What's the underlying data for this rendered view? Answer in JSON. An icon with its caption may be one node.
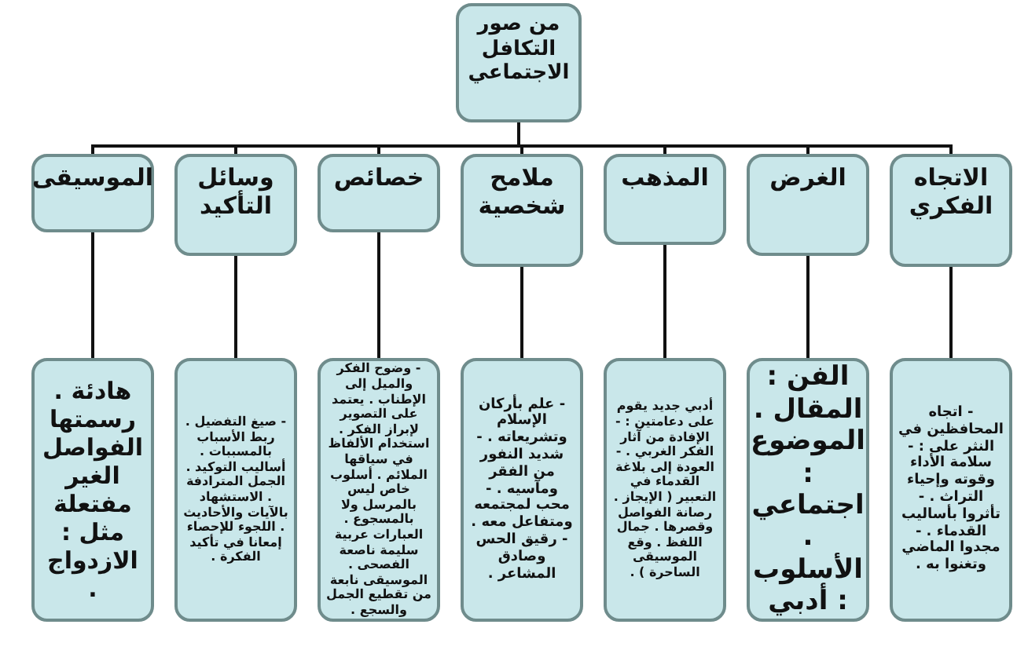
{
  "diagram": {
    "nodes": [
      {
        "text": [
          "من صور التكافل الاجتماعي"
        ]
      },
      {
        "text": [
          "الاتجاه الفكري"
        ]
      },
      {
        "text": [
          "الغرض"
        ]
      },
      {
        "text": [
          "المذهب"
        ]
      },
      {
        "text": [
          "ملامح شخصية"
        ]
      },
      {
        "text": [
          "خصائص"
        ]
      },
      {
        "text": [
          "وسائل التأكيد"
        ]
      },
      {
        "text": [
          "الموسيقى"
        ]
      },
      {
        "text": [
          "- اتجاه المحافظين في النثر على : - سلامة الأداء وقوته وإحياء التراث . - تأثروا بأساليب القدماء . - مجدوا الماضي وتغنوا به ."
        ]
      },
      {
        "text": [
          "الفن : المقال . الموضوع : اجتماعي . الأسلوب : أدبي"
        ]
      },
      {
        "text": [
          "أدبي جديد يقوم على دعامتين : - الإفادة من آثار الفكر الغربي . - العودة إلى بلاغة القدماء في التعبير ( الإيجاز . رصانة الفواصل وقصرها . جمال اللفظ . وقع الموسيقى الساحرة ) ."
        ]
      },
      {
        "text": [
          "- علم بأركان الإسلام وتشريعاته . - شديد النفور من الفقر ومآسيه . - محب لمجتمعه ومتفاعل معه . - رقيق الحس وصادق المشاعر ."
        ]
      },
      {
        "text": [
          "- وضوح الفكر والميل إلى الإطناب . يعتمد على التصوير لإبراز الفكر . استخدام الألفاظ في سياقها الملائم . أسلوب خاص ليس بالمرسل ولا بالمسجوع . العبارات عربية سليمة ناصعة الفصحى . الموسيقى نابعة من تقطيع الجمل والسجع ."
        ]
      },
      {
        "text": [
          "- صيغ التفضيل . ربط الأسباب بالمسببات . أساليب التوكيد . الجمل المترادفة . الاستشهاد بالآيات والأحاديث . اللجوء للإحصاء إمعانا في تأكيد الفكرة ."
        ]
      },
      {
        "text": [
          "هادئة . رسمتها الفواصل الغير مفتعلة مثل : الازدواج ."
        ]
      }
    ],
    "edges": [
      {
        "from": 0,
        "to": 1,
        "arrow": "none"
      },
      {
        "from": 0,
        "to": 2,
        "arrow": "none"
      },
      {
        "from": 0,
        "to": 3,
        "arrow": "none"
      },
      {
        "from": 0,
        "to": 4,
        "arrow": "none"
      },
      {
        "from": 0,
        "to": 5,
        "arrow": "none"
      },
      {
        "from": 0,
        "to": 6,
        "arrow": "none"
      },
      {
        "from": 0,
        "to": 7,
        "arrow": "none"
      },
      {
        "from": 1,
        "to": 8,
        "arrow": "none"
      },
      {
        "from": 2,
        "to": 9,
        "arrow": "none"
      },
      {
        "from": 3,
        "to": 10,
        "arrow": "none"
      },
      {
        "from": 4,
        "to": 11,
        "arrow": "none"
      },
      {
        "from": 5,
        "to": 12,
        "arrow": "none"
      },
      {
        "from": 6,
        "to": 13,
        "arrow": "none"
      },
      {
        "from": 7,
        "to": 14,
        "arrow": "none"
      }
    ]
  }
}
